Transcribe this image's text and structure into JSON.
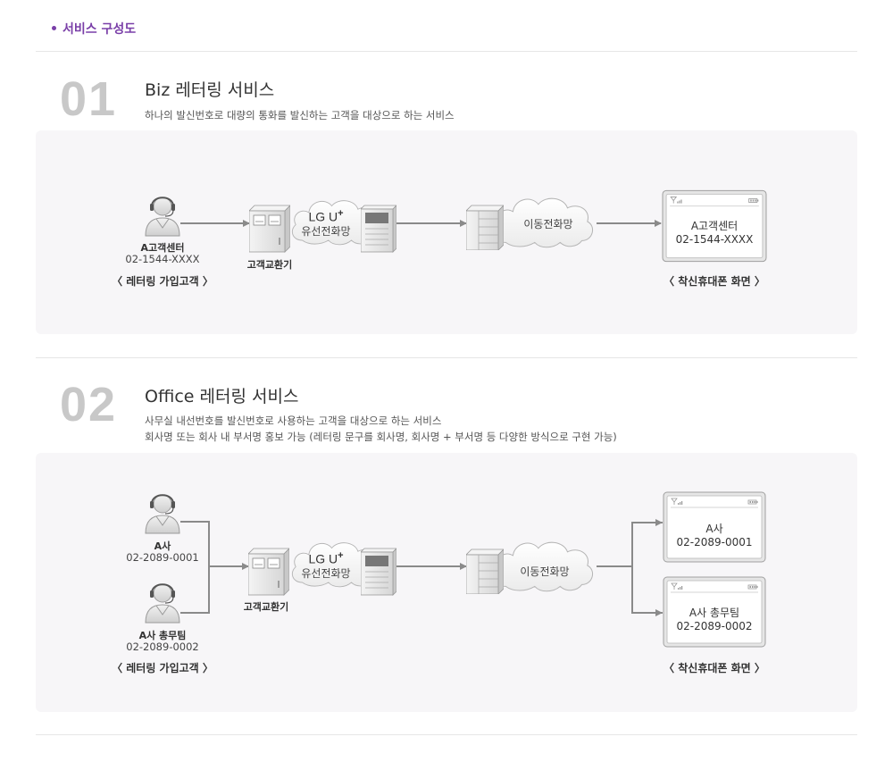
{
  "header": {
    "title": "서비스 구성도"
  },
  "sections": [
    {
      "number": "01",
      "title": "Biz 레터링 서비스",
      "desc": [
        "하나의 발신번호로 대량의 통화를 발신하는 고객을 대상으로 하는 서비스"
      ],
      "diagram": {
        "agents": [
          {
            "name": "A고객센터",
            "phone": "02-1544-XXXX"
          }
        ],
        "agent_group": "〈 레터링 가입고객 〉",
        "exchange": "고객교환기",
        "wired_brand": "LG U",
        "wired_brand_sup": "+",
        "wired_net": "유선전화망",
        "mobile_net": "이동전화망",
        "phones": [
          {
            "line1": "A고객센터",
            "line2": "02-1544-XXXX"
          }
        ],
        "phone_group": "〈 착신휴대폰 화면 〉"
      }
    },
    {
      "number": "02",
      "title": "Office 레터링 서비스",
      "desc": [
        "사무실 내선번호를 발신번호로 사용하는 고객을 대상으로 하는 서비스",
        "회사명 또는 회사 내 부서명 홍보 가능 (레터링 문구를 회사명, 회사명 + 부서명 등 다양한 방식으로 구현 가능)"
      ],
      "diagram": {
        "agents": [
          {
            "name": "A사",
            "phone": "02-2089-0001"
          },
          {
            "name": "A사 총무팀",
            "phone": "02-2089-0002"
          }
        ],
        "agent_group": "〈 레터링 가입고객 〉",
        "exchange": "고객교환기",
        "wired_brand": "LG U",
        "wired_brand_sup": "+",
        "wired_net": "유선전화망",
        "mobile_net": "이동전화망",
        "phones": [
          {
            "line1": "A사",
            "line2": "02-2089-0001"
          },
          {
            "line1": "A사 총무팀",
            "line2": "02-2089-0002"
          }
        ],
        "phone_group": "〈 착신휴대폰 화면 〉"
      }
    }
  ],
  "colors": {
    "accent": "#7a3fa8",
    "number": "#c8c8c8",
    "panel": "#f7f6f8",
    "line": "#8a8a8a"
  }
}
